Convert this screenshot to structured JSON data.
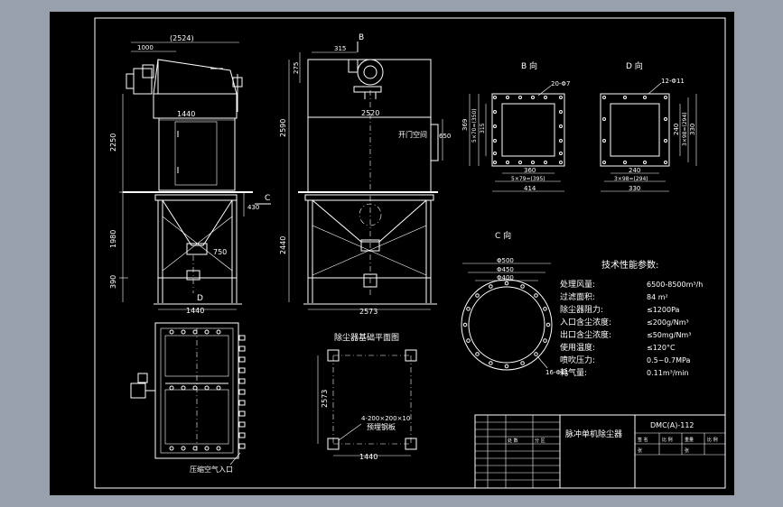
{
  "colors": {
    "frame_bg": "#98a0ad",
    "drawing_bg": "#000000",
    "line": "#ffffff"
  },
  "side_view": {
    "dim_top_total": "(2524)",
    "dim_top_sub": "1000",
    "dim_width_upper": "1440",
    "dim_height_upper": "2250",
    "dim_leg_height": "1980",
    "dim_bottom": "390",
    "dim_hopper": "750",
    "dim_base_width": "1440",
    "dim_side": "430",
    "label_c": "C",
    "label_d": "D"
  },
  "front_view": {
    "label_b": "B",
    "dim_315": "315",
    "dim_275": "275",
    "dim_2590": "2590",
    "dim_2520": "2520",
    "dim_2440": "2440",
    "dim_2573": "2573",
    "dim_650": "650",
    "door_label": "开门空间"
  },
  "view_b": {
    "title": "B 向",
    "hole_note": "20-Φ7",
    "dim_369": "369",
    "dim_5x79": "5×79=(395)",
    "dim_5x70": "5×70=(350)",
    "dim_315": "315",
    "dim_360": "360",
    "dim_414": "414"
  },
  "view_d": {
    "title": "D 向",
    "hole_note": "12-Φ11",
    "dim_240v": "240",
    "dim_3x98": "3×98=(294)",
    "dim_330v": "330",
    "dim_240h": "240",
    "dim_3x98h": "3×98=(294)",
    "dim_330h": "330"
  },
  "view_c": {
    "title": "C 向",
    "dim_500": "Φ500",
    "dim_450": "Φ450",
    "dim_400": "Φ400",
    "hole_note": "16-Φ11"
  },
  "foundation": {
    "title": "除尘器基础平面图",
    "dim_2573": "2573",
    "dim_1440": "1440",
    "plate_note": "4-200×200×10",
    "plate_label": "预埋钢板"
  },
  "plan_view": {
    "air_inlet": "压缩空气入口"
  },
  "specs": {
    "title": "技术性能参数:",
    "rows": [
      {
        "label": "处理风量:",
        "value": "6500-8500m³/h"
      },
      {
        "label": "过滤面积:",
        "value": "84 m²"
      },
      {
        "label": "除尘器阻力:",
        "value": "≤1200Pa"
      },
      {
        "label": "入口含尘浓度:",
        "value": "≤200g/Nm³"
      },
      {
        "label": "出口含尘浓度:",
        "value": "≤50mg/Nm³"
      },
      {
        "label": "使用温度:",
        "value": "≤120°C"
      },
      {
        "label": "喷吹压力:",
        "value": "0.5~0.7MPa"
      },
      {
        "label": "耗气量:",
        "value": "0.11m³/min"
      }
    ]
  },
  "title_block": {
    "drawing_no": "DMC(A)-112",
    "title": "脉冲单机除尘器",
    "cells": [
      "处 数",
      "分 区",
      "签 名",
      "比 例",
      "重量",
      "比 例",
      "张",
      "张"
    ]
  }
}
